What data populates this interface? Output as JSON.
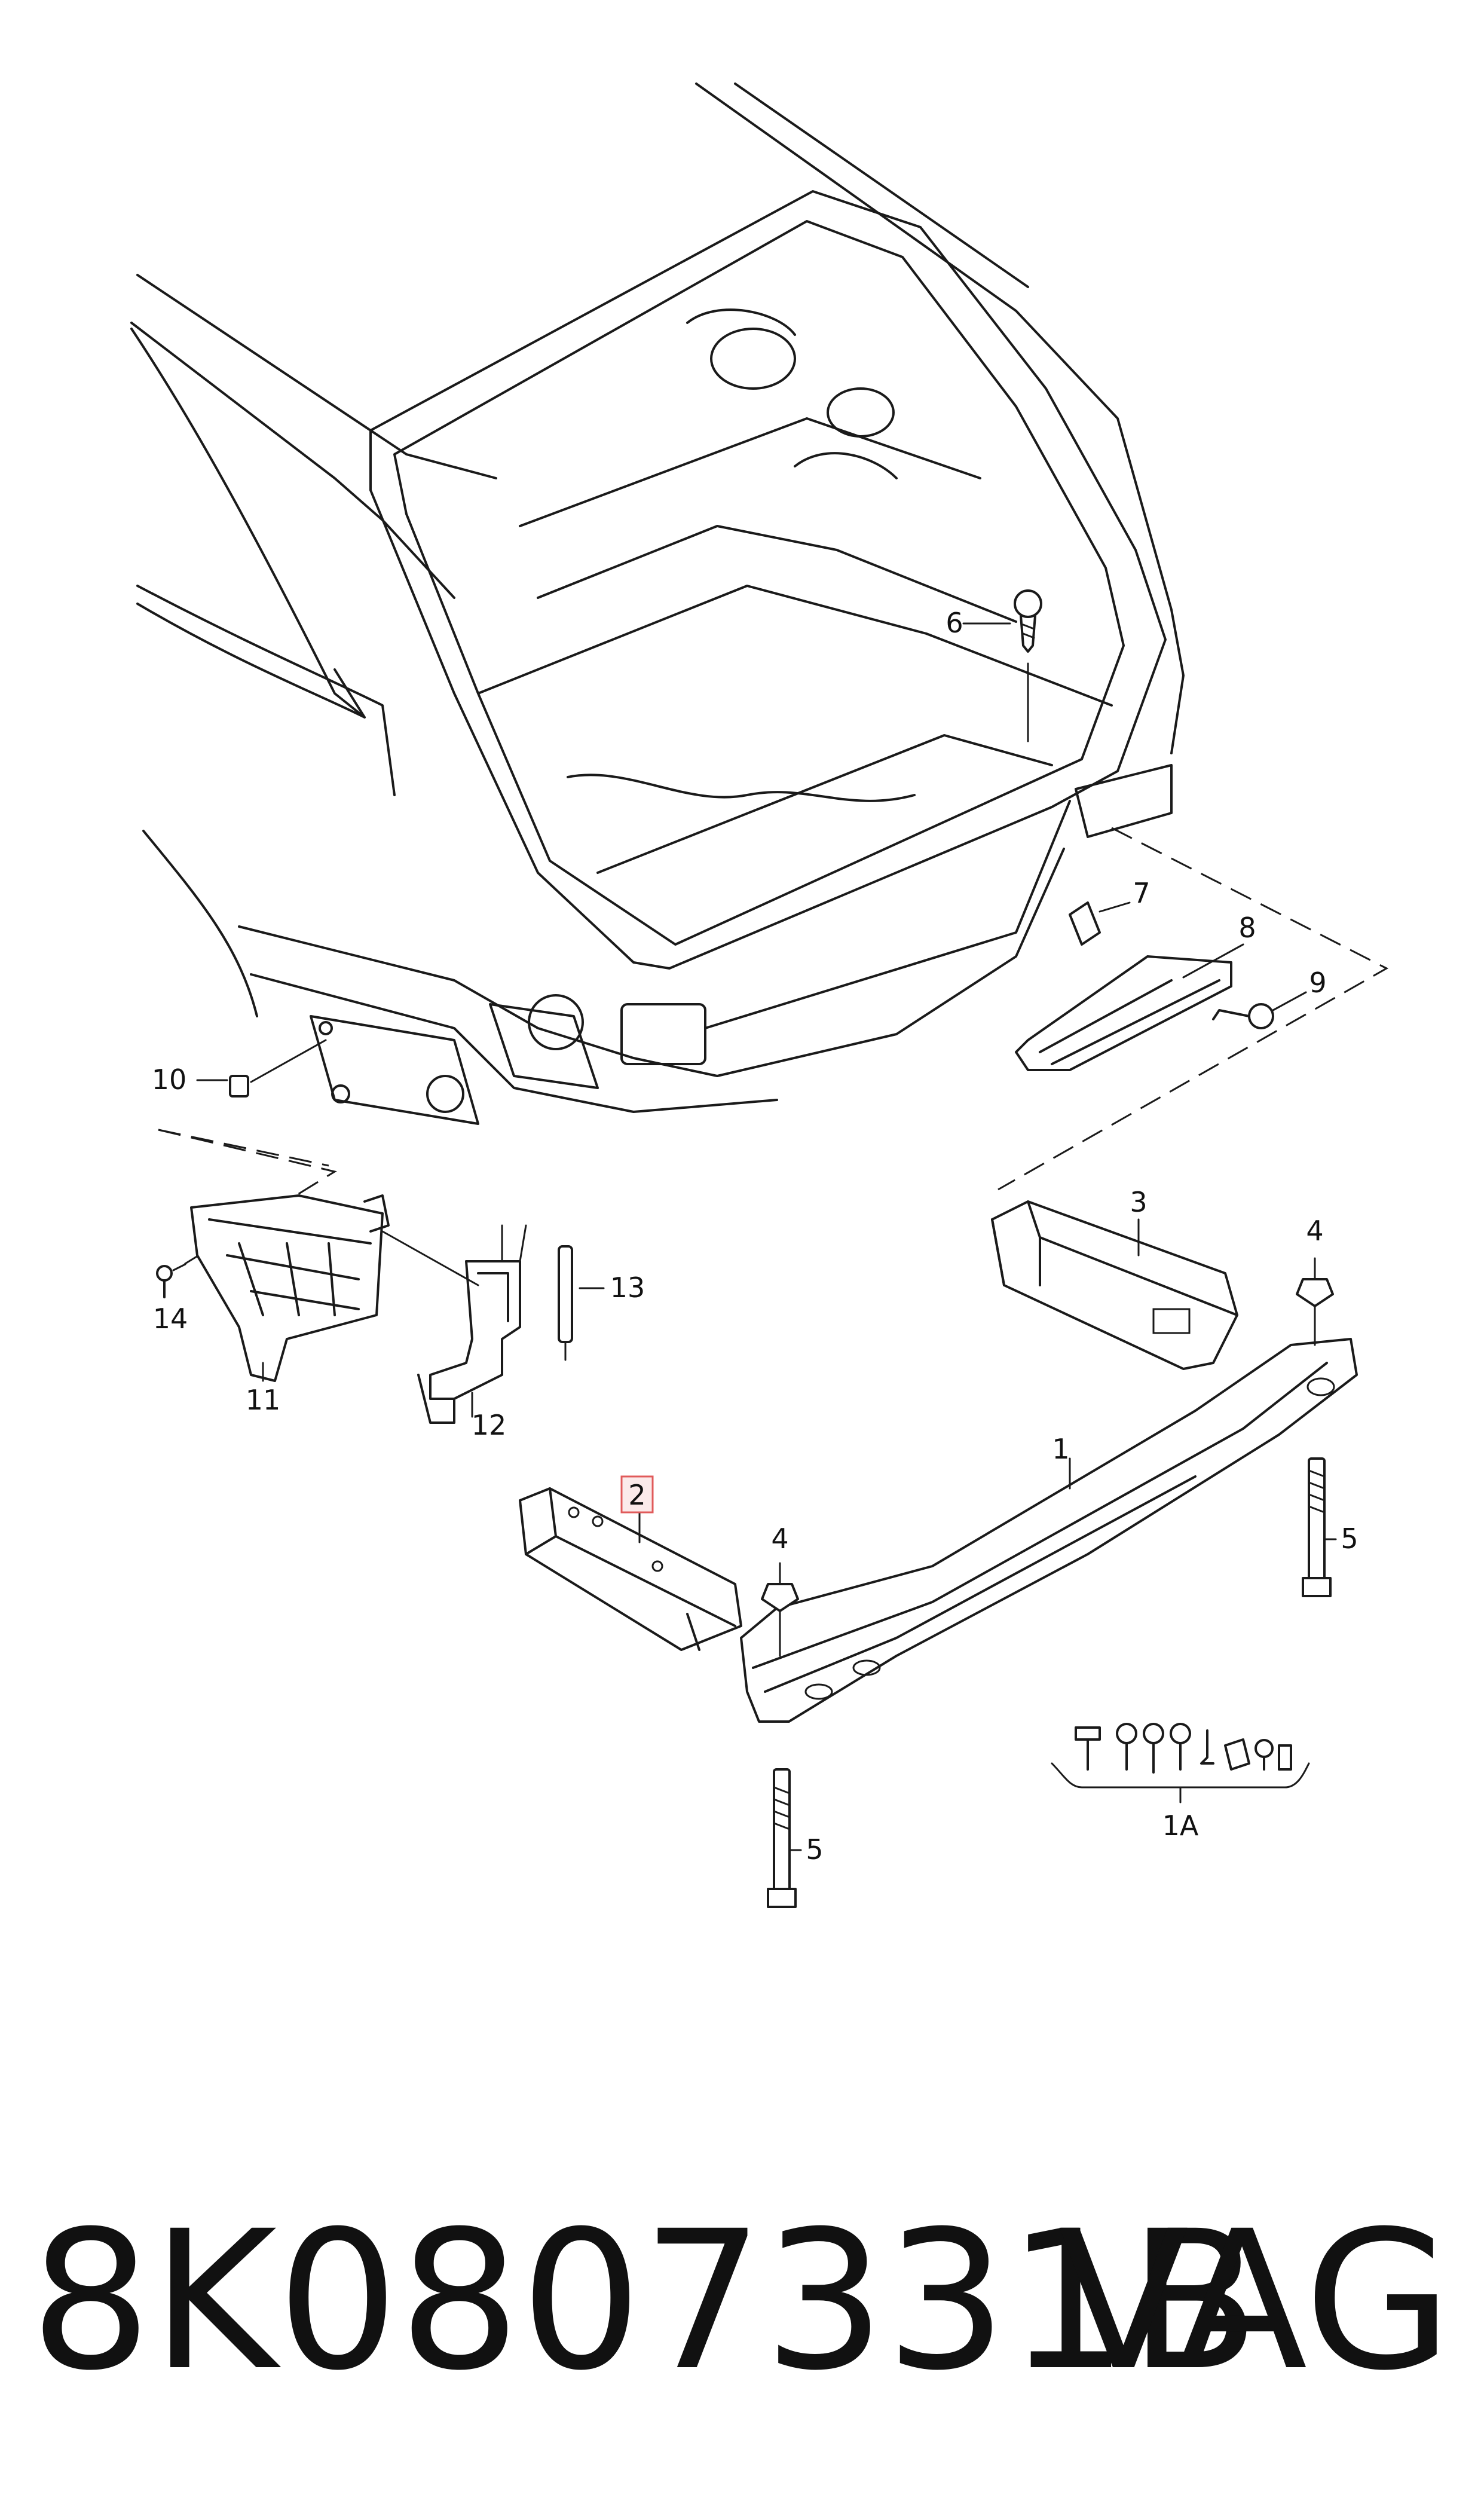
{
  "part_number": "8K0807331B",
  "brand": "VAG",
  "highlight_color": "#e05a5a",
  "callouts": {
    "c1": "1",
    "c1A": "1A",
    "c2": "2",
    "c3": "3",
    "c4a": "4",
    "c4b": "4",
    "c5a": "5",
    "c5b": "5",
    "c6": "6",
    "c7": "7",
    "c8": "8",
    "c9": "9",
    "c10": "10",
    "c11": "11",
    "c12": "12",
    "c13": "13",
    "c14": "14"
  }
}
